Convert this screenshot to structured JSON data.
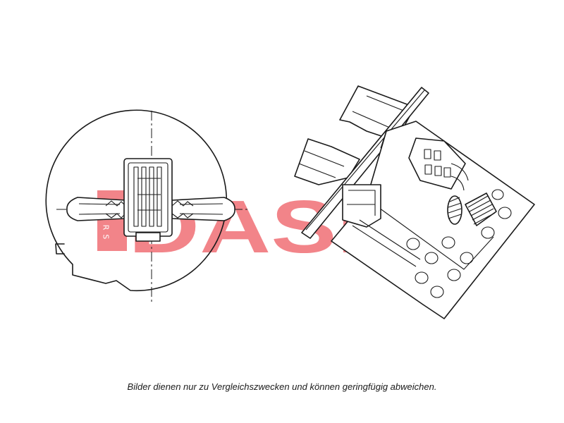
{
  "caption": "Bilder dienen nur zu Vergleichszwecken und können geringfügig abweichen.",
  "watermark": {
    "text": "DASIS",
    "side_letters": "RRS",
    "color": "#e8212a"
  }
}
